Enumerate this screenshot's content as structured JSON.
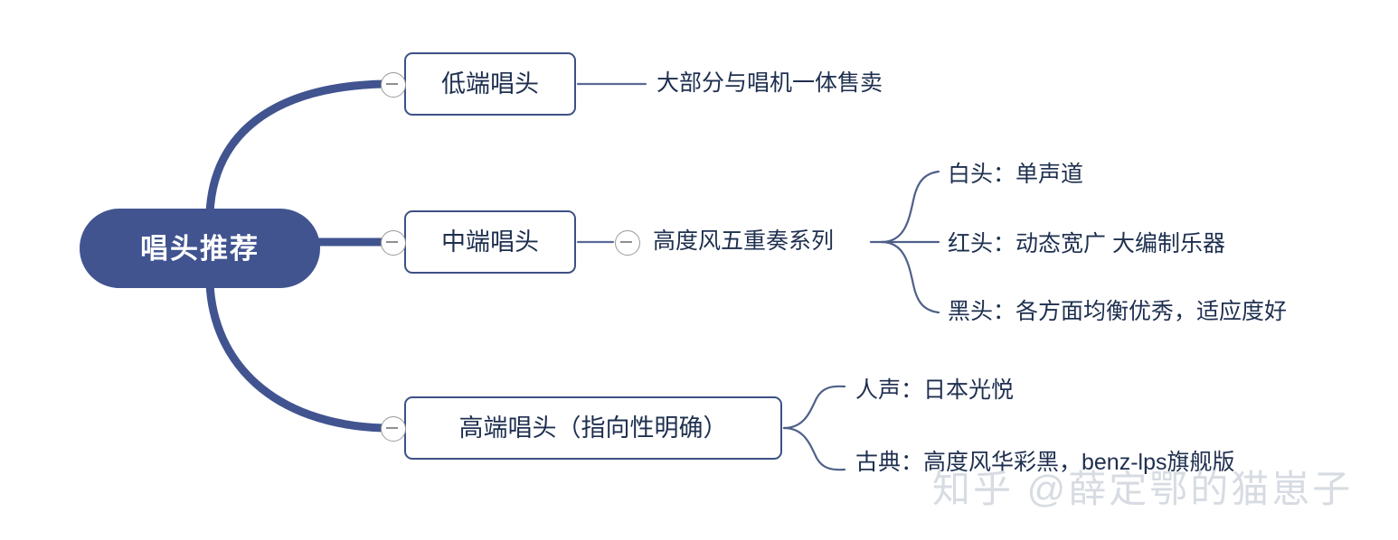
{
  "mindmap": {
    "root": {
      "label": "唱头推荐",
      "color": "#415490",
      "text_color": "#ffffff"
    },
    "branches": [
      {
        "id": "low-end",
        "label": "低端唱头",
        "toggle": "collapse-minus-icon",
        "children": [
          {
            "label": "大部分与唱机一体售卖"
          }
        ]
      },
      {
        "id": "mid-end",
        "label": "中端唱头",
        "toggle": "collapse-minus-icon",
        "children": [
          {
            "label": "高度风五重奏系列",
            "toggle": "collapse-minus-icon",
            "children": [
              {
                "label": "白头：单声道"
              },
              {
                "label": "红头：动态宽广 大编制乐器"
              },
              {
                "label": "黑头：各方面均衡优秀，适应度好"
              }
            ]
          }
        ]
      },
      {
        "id": "high-end",
        "label": "高端唱头（指向性明确）",
        "toggle": "collapse-minus-icon",
        "children": [
          {
            "label": "人声：日本光悦"
          },
          {
            "label": "古典：高度风华彩黑，benz-lps旗舰版"
          }
        ]
      }
    ],
    "theme": {
      "branch_stroke": "#415490",
      "thin_stroke": "#5a6a96",
      "box_border": "#3d5085",
      "text_color": "#1e2f4f",
      "toggle_stroke": "#9a9a9a",
      "background": "#ffffff"
    },
    "watermark": {
      "text": "知乎 @薛定鄂的猫崽子",
      "color": "#d7dbe2"
    }
  }
}
